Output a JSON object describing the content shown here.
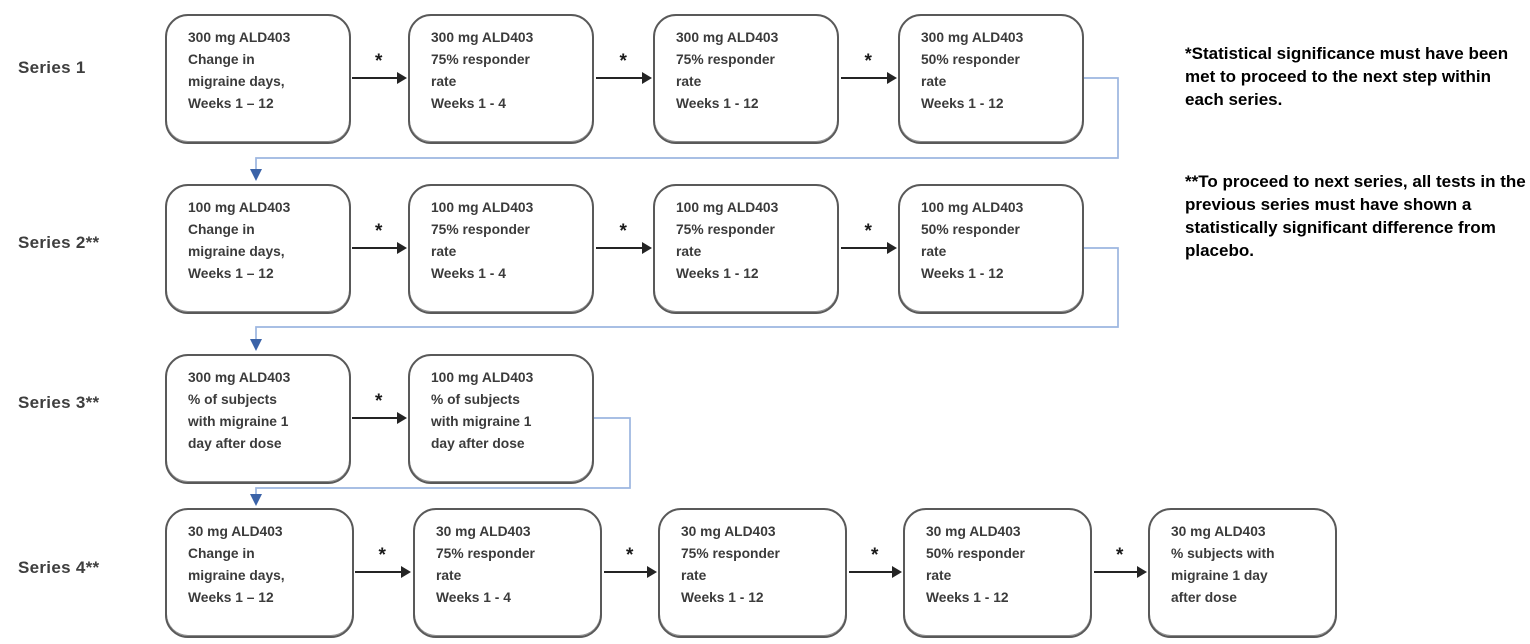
{
  "diagram": {
    "title_hidden": "",
    "step_marker": "*",
    "colors": {
      "box_border": "#595959",
      "box_text": "#3b3b3b",
      "black_arrow": "#242424",
      "connector_line": "#9cb6e0",
      "connector_arrowhead": "#3b63a8"
    },
    "notes": [
      "*Statistical significance must have been met to proceed to the next step within each series.",
      "**To proceed to next series, all tests in the previous series must have shown a statistically significant difference from placebo."
    ],
    "series": [
      {
        "label": "Series 1",
        "boxes": [
          {
            "lines": [
              "300 mg ALD403",
              "Change in",
              "migraine days,",
              "Weeks 1 – 12"
            ]
          },
          {
            "lines": [
              "300 mg ALD403",
              "75% responder",
              "rate",
              "Weeks 1 - 4"
            ]
          },
          {
            "lines": [
              "300 mg ALD403",
              "75% responder",
              "rate",
              "Weeks 1 - 12"
            ]
          },
          {
            "lines": [
              "300 mg ALD403",
              "50% responder",
              "rate",
              "Weeks 1 - 12"
            ]
          }
        ]
      },
      {
        "label": "Series 2**",
        "boxes": [
          {
            "lines": [
              "100 mg ALD403",
              "Change in",
              "migraine days,",
              "Weeks 1 – 12"
            ]
          },
          {
            "lines": [
              "100 mg ALD403",
              "75% responder",
              "rate",
              "Weeks 1 - 4"
            ]
          },
          {
            "lines": [
              "100 mg ALD403",
              "75% responder",
              "rate",
              "Weeks 1 - 12"
            ]
          },
          {
            "lines": [
              "100 mg ALD403",
              "50% responder",
              "rate",
              "Weeks 1 - 12"
            ]
          }
        ]
      },
      {
        "label": "Series 3**",
        "boxes": [
          {
            "lines": [
              "300 mg ALD403",
              "% of subjects",
              "with migraine 1",
              "day after dose"
            ]
          },
          {
            "lines": [
              "100 mg ALD403",
              "% of subjects",
              "with migraine 1",
              "day after dose"
            ]
          }
        ]
      },
      {
        "label": "Series 4**",
        "boxes": [
          {
            "lines": [
              "30 mg ALD403",
              "Change in",
              "migraine days,",
              "Weeks 1 – 12"
            ]
          },
          {
            "lines": [
              "30 mg ALD403",
              "75% responder",
              "rate",
              "Weeks 1 - 4"
            ]
          },
          {
            "lines": [
              "30 mg ALD403",
              "75% responder",
              "rate",
              "Weeks 1 - 12"
            ]
          },
          {
            "lines": [
              "30 mg ALD403",
              "50% responder",
              "rate",
              "Weeks 1 - 12"
            ]
          },
          {
            "lines": [
              "30 mg ALD403",
              "% subjects with",
              "migraine 1 day",
              "after dose"
            ]
          }
        ]
      }
    ]
  }
}
